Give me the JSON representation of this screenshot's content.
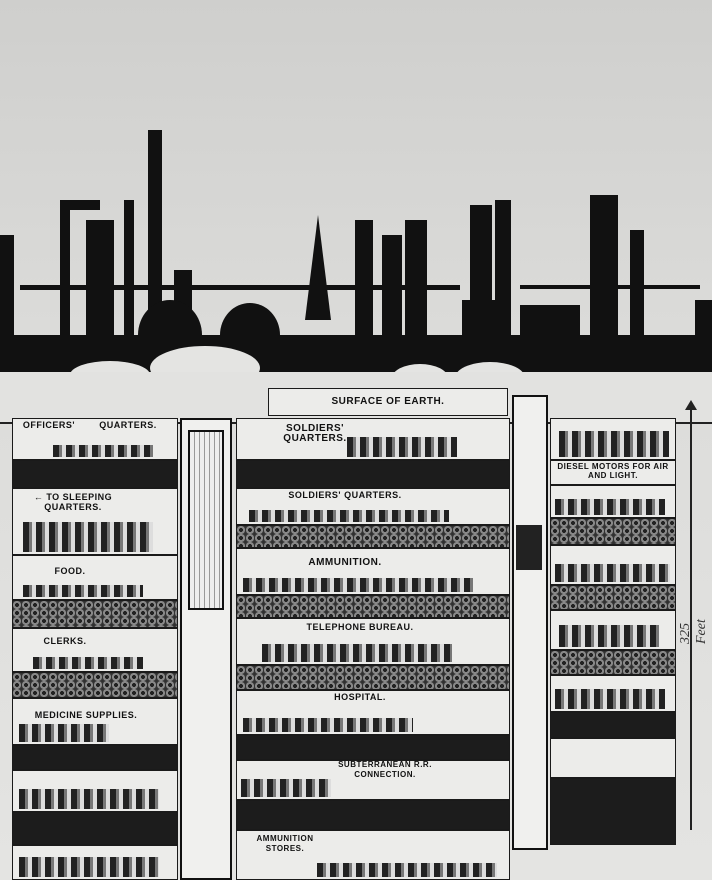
{
  "surface_label": "Surface of Earth.",
  "depth_label": "325 Feet",
  "left_rooms": [
    "Officers'",
    "Quarters.",
    "← To Sleeping Quarters.",
    "Food.",
    "Clerks.",
    "Medicine Supplies."
  ],
  "middle_rooms": [
    "Soldiers' Quarters.",
    "Soldiers' Quarters.",
    "Ammunition.",
    "Telephone Bureau.",
    "Hospital.",
    "Subterranean R.R. Connection.",
    "Ammunition Stores."
  ],
  "right_rooms": [
    "Diesel Motors for Air and Light."
  ]
}
